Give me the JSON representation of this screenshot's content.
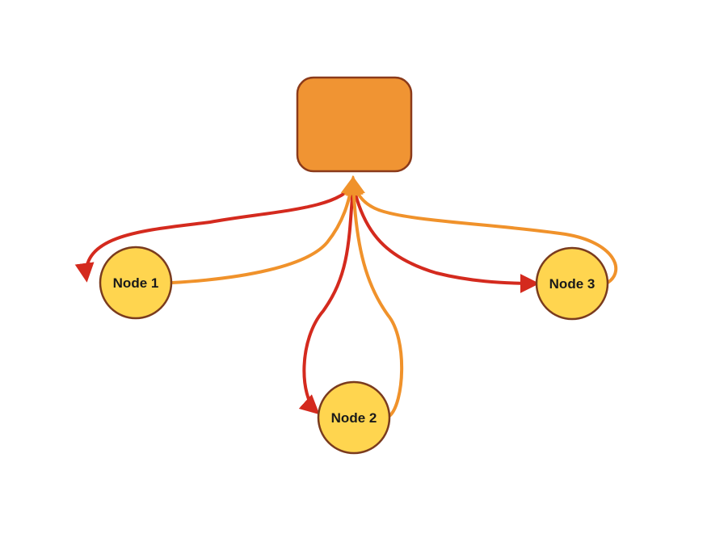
{
  "hub": {
    "label": "",
    "fill": "#F09433",
    "stroke": "#8B3A1A"
  },
  "nodes": [
    {
      "id": "node-1",
      "label": "Node 1"
    },
    {
      "id": "node-2",
      "label": "Node 2"
    },
    {
      "id": "node-3",
      "label": "Node 3"
    }
  ],
  "node_style": {
    "fill": "#FFD54F",
    "stroke": "#7A3B1E"
  },
  "edges": [
    {
      "from": "hub",
      "to": "node-1",
      "color": "#D42A1E",
      "arrow": true
    },
    {
      "from": "node-1",
      "to": "hub",
      "color": "#F0922B",
      "arrow": true
    },
    {
      "from": "hub",
      "to": "node-2",
      "color": "#D42A1E",
      "arrow": true
    },
    {
      "from": "node-2",
      "to": "hub",
      "color": "#F0922B",
      "arrow": true
    },
    {
      "from": "hub",
      "to": "node-3",
      "color": "#D42A1E",
      "arrow": true
    },
    {
      "from": "node-3",
      "to": "hub",
      "color": "#F0922B",
      "arrow": true
    }
  ]
}
